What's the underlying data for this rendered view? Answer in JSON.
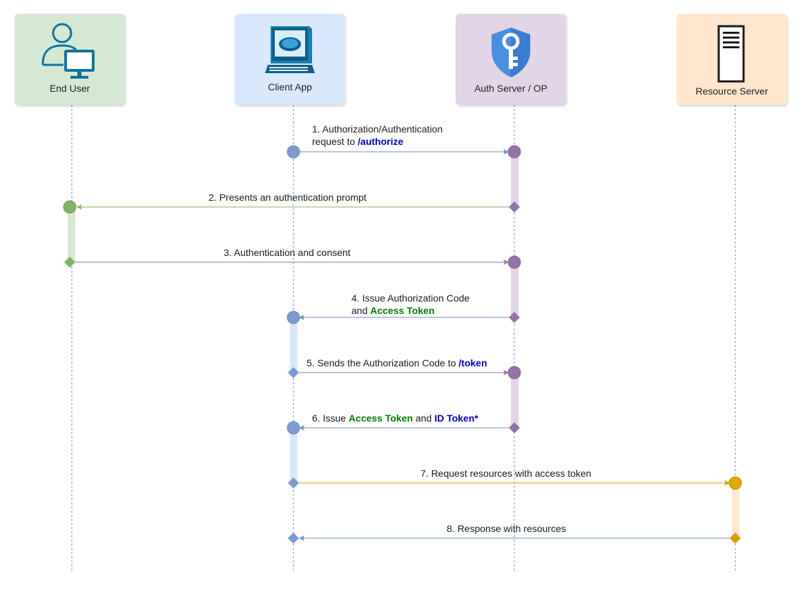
{
  "actors": [
    {
      "label": "End User",
      "color": "#d5e8d4"
    },
    {
      "label": "Client App",
      "color": "#dae8fc"
    },
    {
      "label": "Auth Server / OP",
      "color": "#e1d5e7"
    },
    {
      "label": "Resource Server",
      "color": "#ffe6cc"
    }
  ],
  "messages": {
    "m1": {
      "line1": "1. Authorization/Authentication",
      "line2_prefix": "request to ",
      "endpoint": "/authorize"
    },
    "m2": {
      "text": "2. Presents an authentication prompt"
    },
    "m3": {
      "text": "3. Authentication and consent"
    },
    "m4": {
      "line1": "4. Issue Authorization Code",
      "line2_prefix": "and ",
      "token": "Access Token"
    },
    "m5": {
      "prefix": "5. Sends the Authorization Code to ",
      "endpoint": "/token"
    },
    "m6": {
      "prefix": "6. Issue ",
      "access": "Access Token",
      "mid": " and ",
      "id": "ID Token*"
    },
    "m7": {
      "text": "7. Request resources with access token"
    },
    "m8": {
      "text": "8. Response with resources"
    }
  },
  "colors": {
    "blue": "#6c8ebf",
    "purple": "#9673a6",
    "green": "#82b366",
    "orange": "#d79b00",
    "endpoint": "#0000b0",
    "token": "#007a00"
  }
}
